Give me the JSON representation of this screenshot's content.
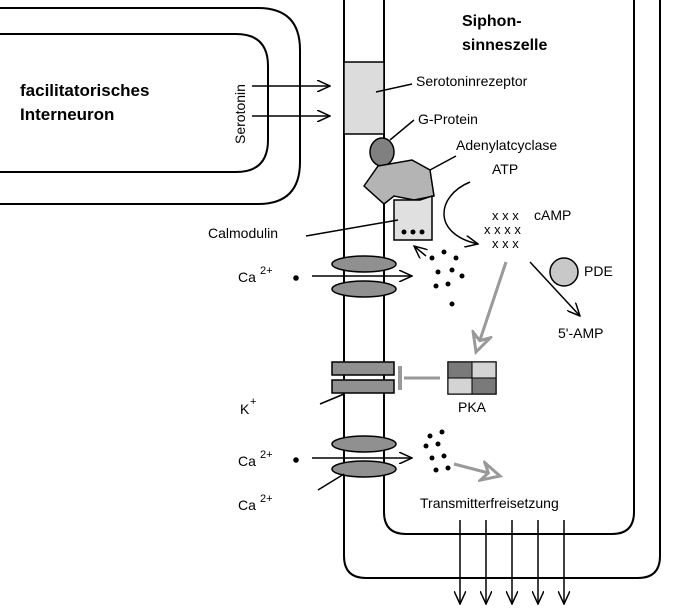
{
  "labels": {
    "interneuron_line1": "facilitatorisches",
    "interneuron_line2": "Interneuron",
    "serotonin": "Serotonin",
    "siphon_line1": "Siphon-",
    "siphon_line2": "sinneszelle",
    "serotoninrezeptor": "Serotoninrezeptor",
    "g_protein": "G-Protein",
    "adenylatcyclase": "Adenylatcyclase",
    "atp": "ATP",
    "camp": "cAMP",
    "camp_row1": "x x x",
    "camp_row2": "x x x x",
    "camp_row3": "x x x",
    "calmodulin": "Calmodulin",
    "ca1": "Ca",
    "ca1_sup": "2+",
    "pde": "PDE",
    "amp5": "5'-AMP",
    "k": "K",
    "k_sup": "+",
    "pka": "PKA",
    "ca2": "Ca",
    "ca2_sup": "2+",
    "ca3": "Ca",
    "ca3_sup": "2+",
    "transmitter": "Transmitterfreisetzung"
  },
  "colors": {
    "receptor": "#dcdcdc",
    "gprotein": "#808080",
    "cyclase": "#b4b4b4",
    "calmodulin": "#e0e0e0",
    "channel": "#909090",
    "pde": "#c8c8c8",
    "pka_dark": "#7a7a7a",
    "pka_light": "#d4d4d4",
    "pathway_arrow": "#999999"
  }
}
